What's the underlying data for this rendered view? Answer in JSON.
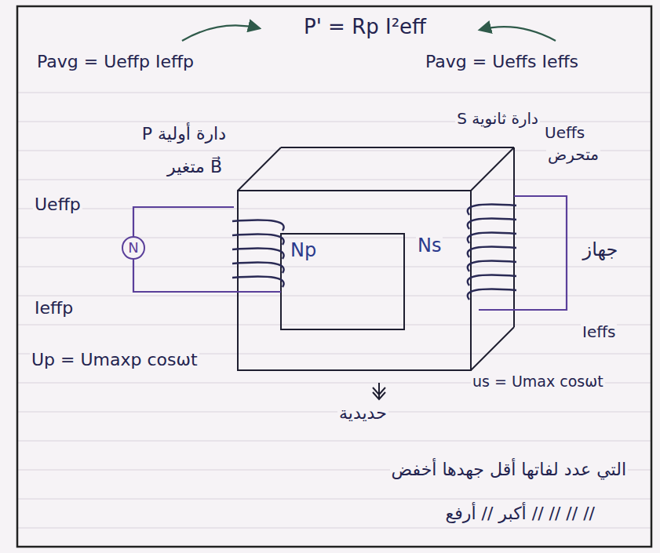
{
  "diagram": {
    "nodes": [
      {
        "text": [
          "N"
        ]
      },
      {
        "text": [
          "جهاز"
        ]
      }
    ],
    "labels": [
      "P' = Rp I²eff",
      "Pavg = Ueffp Ieffp",
      "Pavg = Ueffs Ieffs",
      "دارة أولية P",
      "دارة ثانوية S",
      "Ueffs",
      "متحرض",
      "B⃗ متغير",
      "Ueffp",
      "Np",
      "Ns",
      "Ieffp",
      "Ieffs",
      "Up = Umaxp cosωt",
      "us = Umax cosωt",
      "حديدية",
      "التي عدد لفاتها أقل جهدها أخفض",
      "// // // // أكبر // أرفع"
    ]
  }
}
